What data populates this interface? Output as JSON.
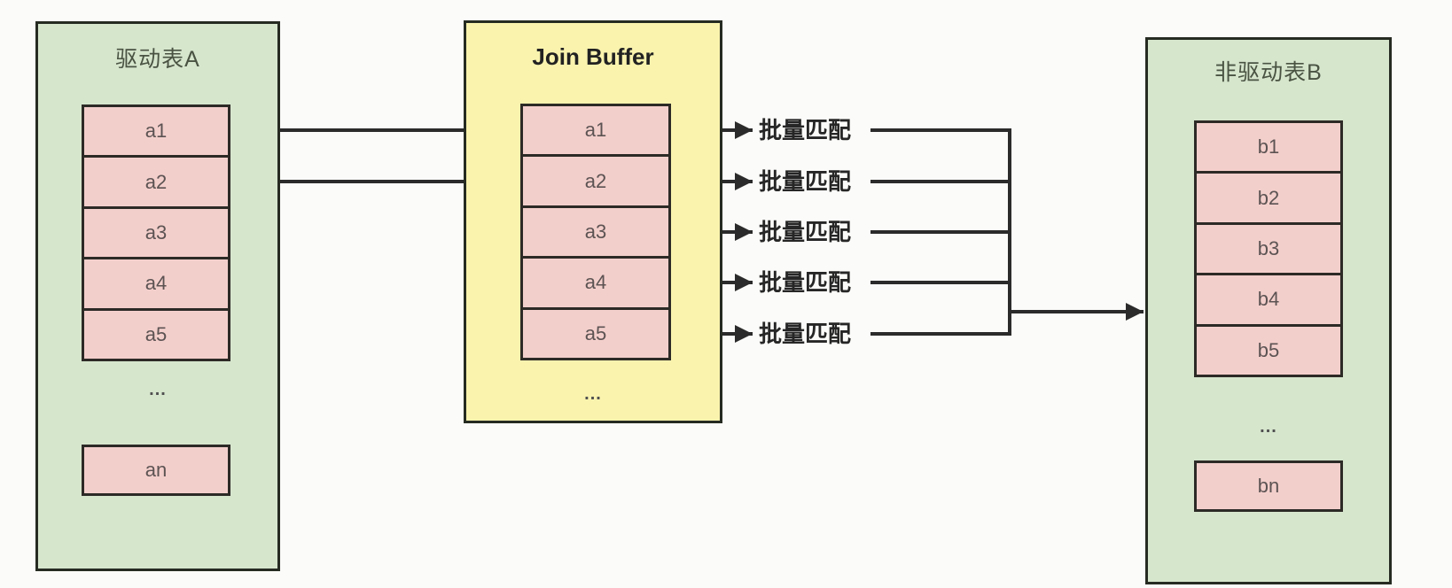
{
  "colors": {
    "bg": "#fbfbf9",
    "table-fill": "#d6e6cd",
    "buffer-fill": "#f9f3ae",
    "row-fill": "#f3cfcb",
    "box-border": "#262b22",
    "row-border": "#2d2a26",
    "line-color": "#2b2b2b",
    "title-color": "#4a5342",
    "row-text": "#5c5353",
    "label-color": "#262626"
  },
  "table_a": {
    "title": "驱动表A",
    "rows": [
      "a1",
      "a2",
      "a3",
      "a4",
      "a5"
    ],
    "ellipsis": "...",
    "last_row": "an"
  },
  "join_buffer": {
    "title": "Join Buffer",
    "rows": [
      "a1",
      "a2",
      "a3",
      "a4",
      "a5"
    ],
    "ellipsis": "..."
  },
  "table_b": {
    "title": "非驱动表B",
    "rows": [
      "b1",
      "b2",
      "b3",
      "b4",
      "b5"
    ],
    "ellipsis": "...",
    "last_row": "bn"
  },
  "match_labels": [
    "批量匹配",
    "批量匹配",
    "批量匹配",
    "批量匹配",
    "批量匹配"
  ]
}
